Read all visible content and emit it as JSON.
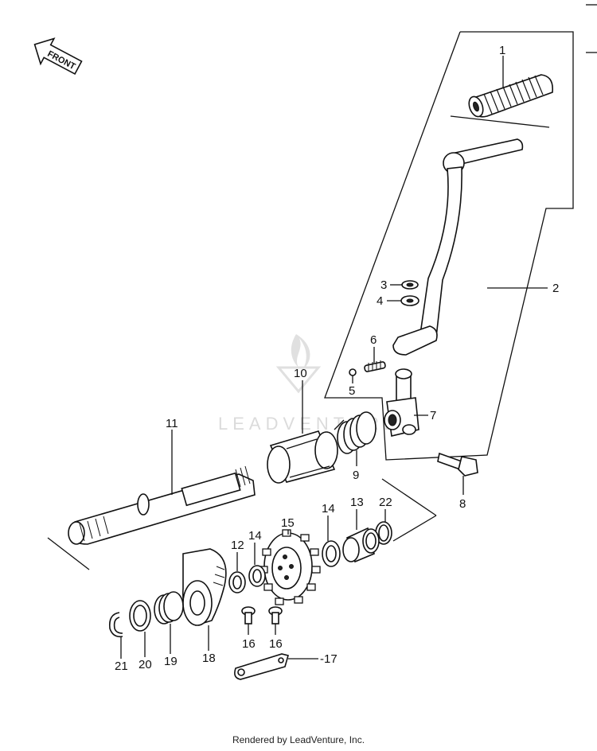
{
  "front_badge": "FRONT",
  "watermark": "LEADVENTURE",
  "footer": "Rendered by LeadVenture, Inc.",
  "callouts": {
    "c1": "1",
    "c2": "2",
    "c3": "3",
    "c4": "4",
    "c5": "5",
    "c6": "6",
    "c7": "7",
    "c8": "8",
    "c9": "9",
    "c10": "10",
    "c11": "11",
    "c12": "12",
    "c13": "13",
    "c14a": "14",
    "c14b": "14",
    "c15": "15",
    "c16a": "16",
    "c16b": "16",
    "c17": "-17",
    "c18": "18",
    "c19": "19",
    "c20": "20",
    "c21": "21",
    "c22": "22"
  }
}
